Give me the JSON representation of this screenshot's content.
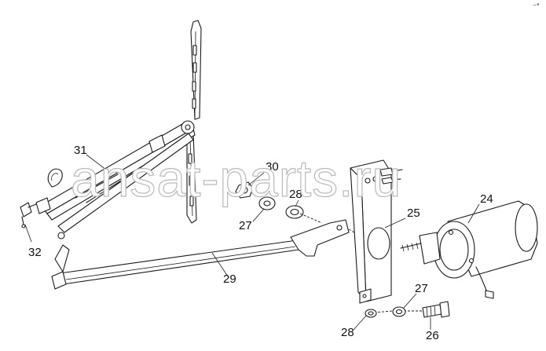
{
  "watermark": "ansat-parts.ru",
  "corner_mark": "—•",
  "labels": {
    "p24": "24",
    "p25": "25",
    "p26": "26",
    "p27a": "27",
    "p27b": "27",
    "p28a": "28",
    "p28b": "28",
    "p29": "29",
    "p30": "30",
    "p31": "31",
    "p32": "32"
  }
}
